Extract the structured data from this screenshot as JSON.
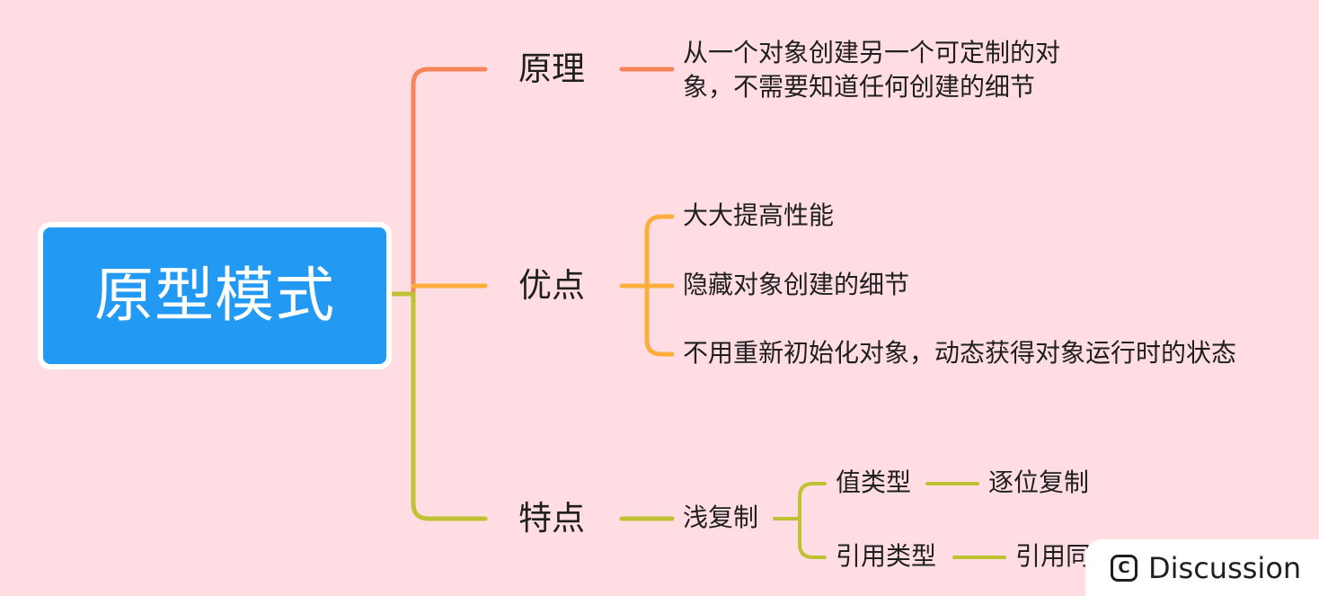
{
  "root": {
    "label": "原型模式"
  },
  "branches": [
    {
      "label": "原理",
      "color": "#f7855c",
      "children": [
        {
          "label": "从一个对象创建另一个可定制的对象，不需要知道任何创建的细节"
        }
      ]
    },
    {
      "label": "优点",
      "color": "#fcae3d",
      "children": [
        {
          "label": "大大提高性能"
        },
        {
          "label": "隐藏对象创建的细节"
        },
        {
          "label": "不用重新初始化对象，动态获得对象运行时的状态"
        }
      ]
    },
    {
      "label": "特点",
      "color": "#bfc233",
      "children": [
        {
          "label": "浅复制",
          "children": [
            {
              "label": "值类型",
              "children": [
                {
                  "label": "逐位复制"
                }
              ]
            },
            {
              "label": "引用类型",
              "children": [
                {
                  "label": "引用同"
                }
              ]
            }
          ]
        }
      ]
    }
  ],
  "overlay": {
    "badge_icon": "C",
    "badge_label": "Discussion",
    "badge_icon_name": "discussion-icon"
  }
}
